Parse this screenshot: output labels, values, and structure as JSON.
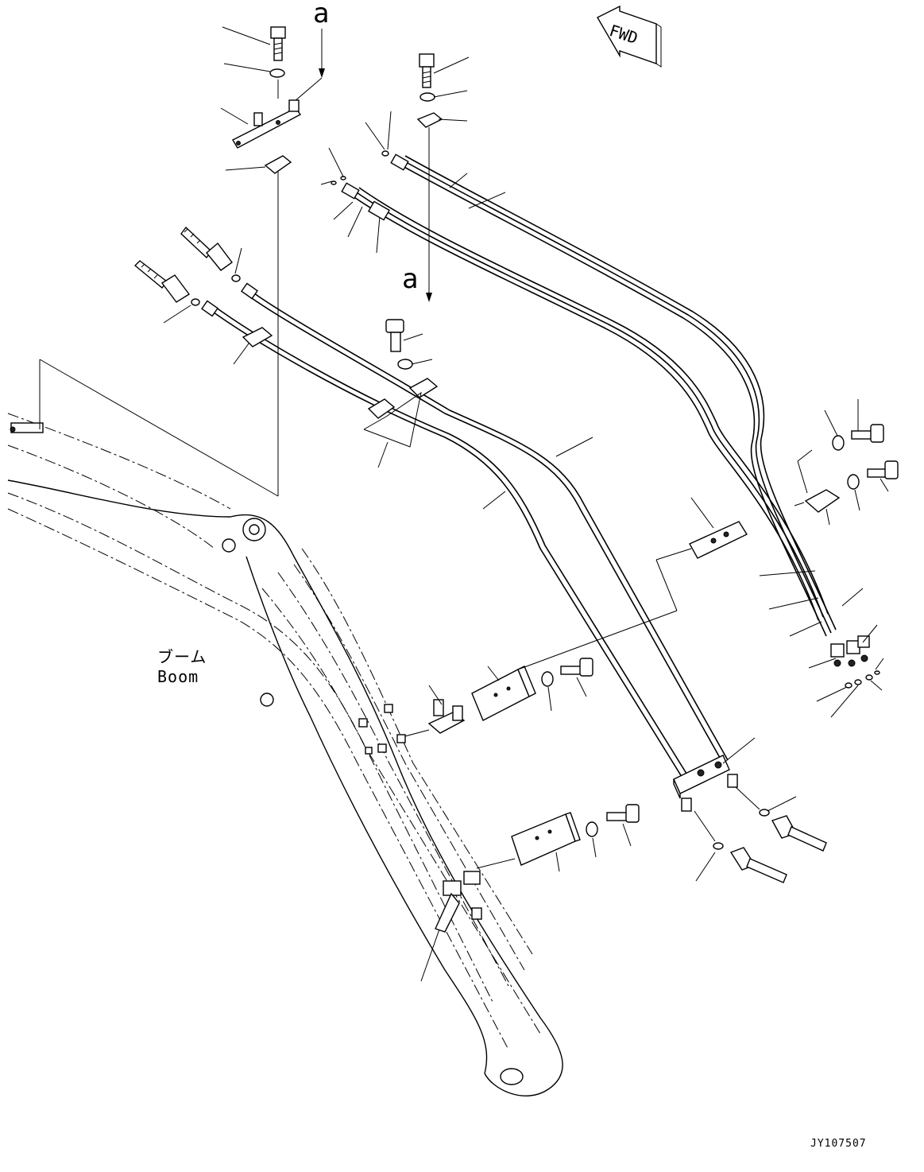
{
  "diagram": {
    "view_marker_top": "a",
    "view_marker_mid": "a",
    "fwd_label": "FWD",
    "component_label_jp": "ブーム",
    "component_label_en": "Boom",
    "figure_code": "JY107507"
  },
  "colors": {
    "line": "#000000",
    "background": "#ffffff"
  }
}
